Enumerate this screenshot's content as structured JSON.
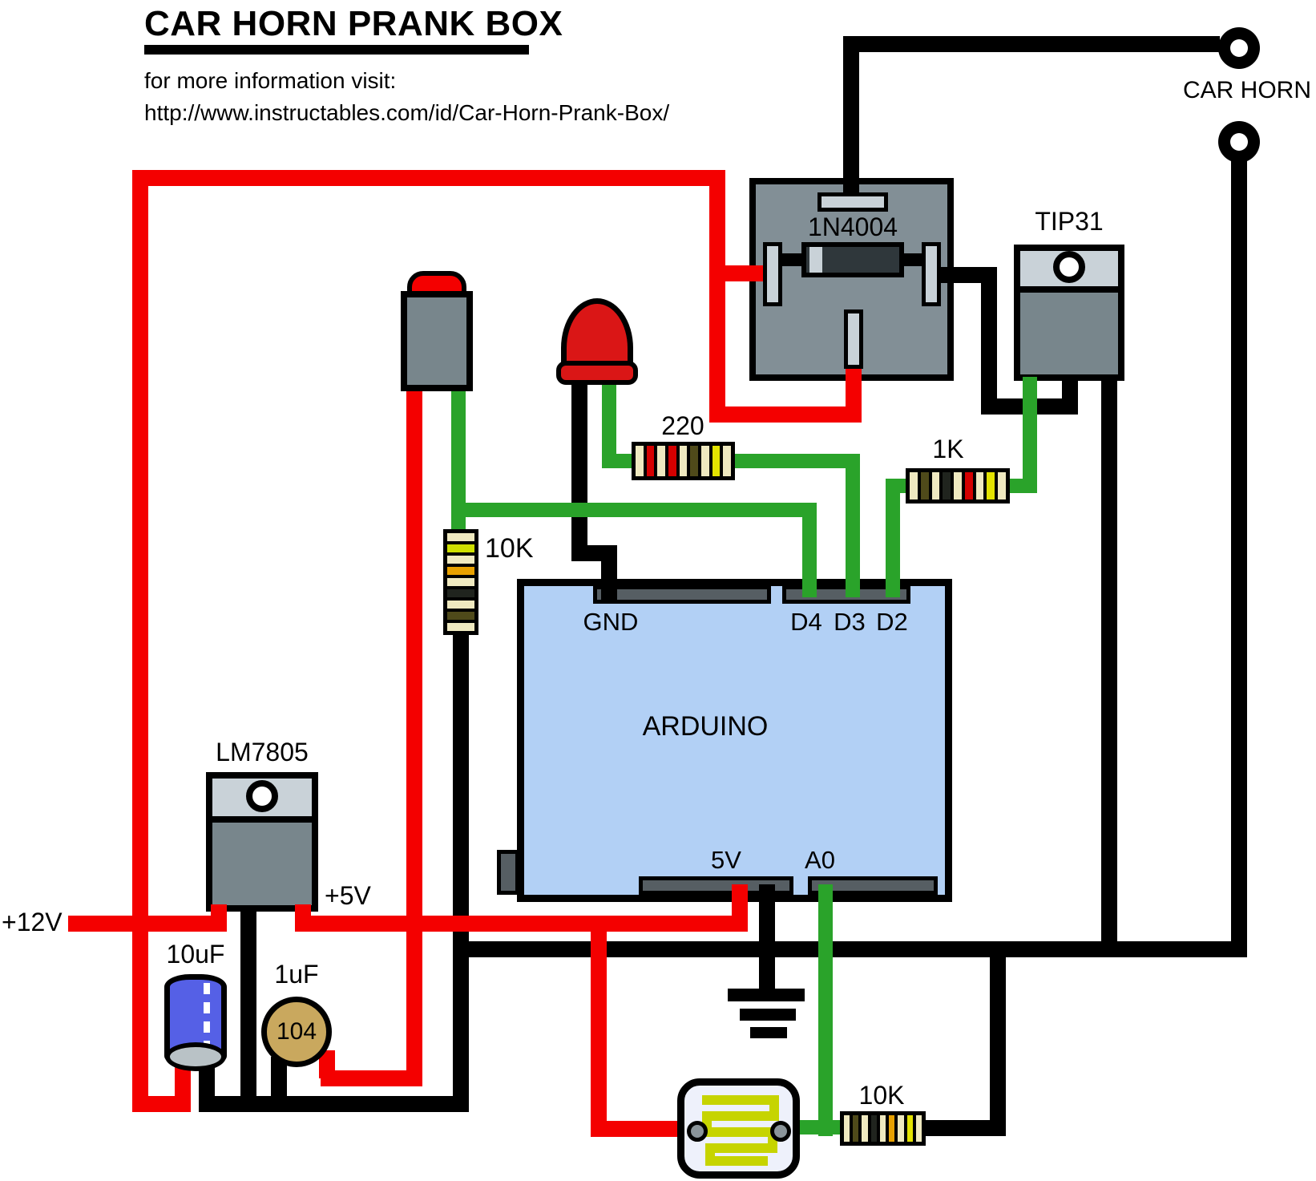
{
  "title": "CAR HORN PRANK BOX",
  "subtitle": {
    "line1": "for more information visit:",
    "line2": "http://www.instructables.com/id/Car-Horn-Prank-Box/"
  },
  "labels": {
    "car_horn": "CAR HORN",
    "relay_diode": "1N4004",
    "transistor": "TIP31",
    "regulator": "LM7805",
    "rail_12v": "+12V",
    "rail_5v": "+5V",
    "cap_electrolytic": "10uF",
    "cap_ceramic": "1uF",
    "cap_ceramic_marking": "104",
    "res_220": "220",
    "res_1k": "1K",
    "res_10k_pullup": "10K",
    "res_10k_ldr": "10K",
    "arduino": "ARDUINO",
    "pin_gnd": "GND",
    "pin_d4": "D4",
    "pin_d3": "D3",
    "pin_d2": "D2",
    "pin_5v": "5V",
    "pin_a0": "A0"
  },
  "colors": {
    "wire_red": "#f40000",
    "wire_green": "#2aa32a",
    "wire_black": "#000000",
    "arduino_blue": "#b2d0f5",
    "header_gray": "#565e63",
    "relay_gray": "#828f96",
    "component_gray": "#78868c",
    "tab_gray": "#c9d2d8",
    "diode_dark": "#2f373b",
    "resistor_cream": "#efe9c0",
    "cap_blue": "#5560e6",
    "cap_base_gray": "#b9c2c6",
    "cap_tan": "#c9a85e",
    "led_red": "#da1616",
    "ldr_face": "#eef1fb",
    "ldr_track": "#c6d400",
    "terminal_gray": "#8a949a"
  },
  "resistor_bands": {
    "r220": [
      "#efe9c0",
      "#d40000",
      "#efe9c0",
      "#d40000",
      "#efe9c0",
      "#4f4a1a",
      "#efe9c0",
      "#e3e300",
      "#efe9c0"
    ],
    "r1k": [
      "#efe9c0",
      "#4f4a1a",
      "#efe9c0",
      "#20241e",
      "#efe9c0",
      "#d40000",
      "#efe9c0",
      "#e3e300",
      "#efe9c0"
    ],
    "r10k_pullup": [
      "#efe9c0",
      "#cfe000",
      "#efe9c0",
      "#e8a100",
      "#efe9c0",
      "#20241e",
      "#efe9c0",
      "#4f4a1a",
      "#efe9c0"
    ],
    "r10k_ldr": [
      "#efe9c0",
      "#4f4a1a",
      "#efe9c0",
      "#20241e",
      "#efe9c0",
      "#e8a100",
      "#efe9c0",
      "#e3e300",
      "#efe9c0"
    ]
  }
}
